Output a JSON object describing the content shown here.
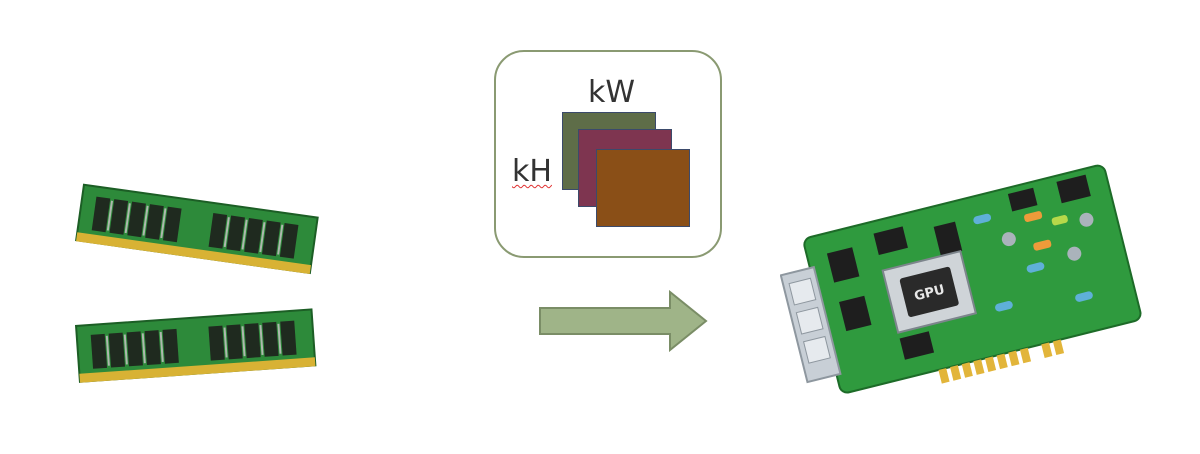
{
  "kernel": {
    "width_label": "kW",
    "height_label": "kH",
    "colors": {
      "back": "#5e6d48",
      "middle": "#7e3550",
      "front": "#8a4f17"
    }
  },
  "arrow": {
    "color": "#9fb488",
    "stroke": "#7a8d66"
  },
  "icons": {
    "source": "memory-module-icon",
    "target": "gpu-board-icon",
    "gpu_chip_label": "GPU"
  }
}
